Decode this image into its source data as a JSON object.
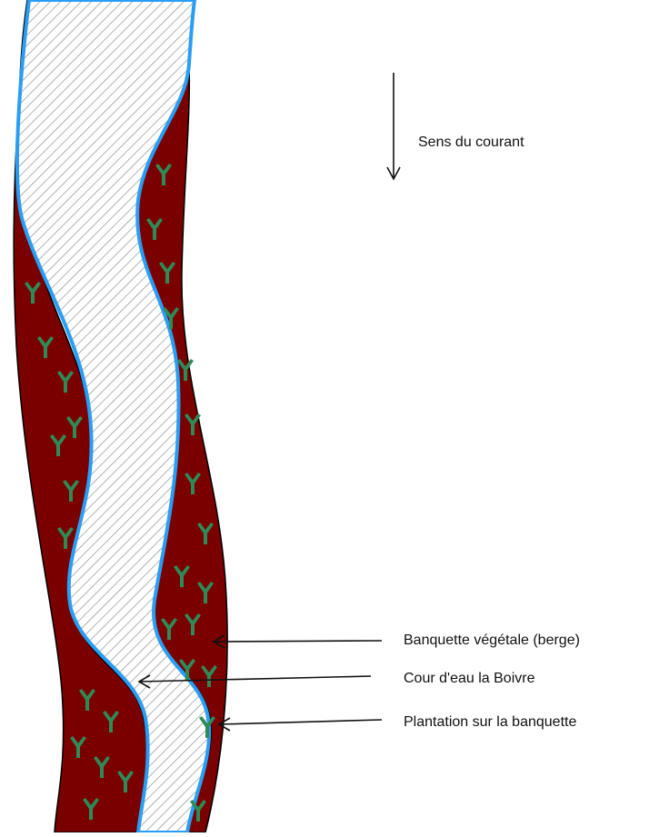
{
  "flow": {
    "label": "Sens du courant"
  },
  "legend": {
    "bank": "Banquette végétale (berge)",
    "river": "Cour d'eau la Boivre",
    "planting": "Plantation sur la banquette"
  },
  "colors": {
    "bank_fill": "#7a0000",
    "water_outline": "#2a9df4",
    "hatch": "#888888",
    "plant": "#2e8b57"
  },
  "icons": {
    "flow_arrow": "arrow-down-icon",
    "plant": "plant-sprout-icon"
  }
}
